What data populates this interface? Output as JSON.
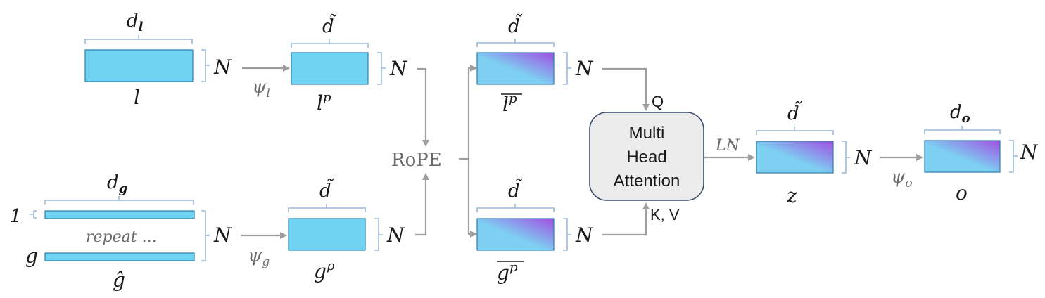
{
  "colors": {
    "solid_fill": "#6fd3f2",
    "gradient_start": "#7dd0f2",
    "gradient_end": "#a14ee2",
    "arrow": "#9e9e9e",
    "brace": "#9cb9d8",
    "attention_fill": "#ececec"
  },
  "labels": {
    "dl_base": "d",
    "dl_sub": "l",
    "l": "l",
    "N": "N",
    "psi": "ψ",
    "psi_l_sub": "l",
    "psi_g_sub": "g",
    "psi_o_sub": "o",
    "dtilde": "d̃",
    "lp_base": "l",
    "lp_sup": "p",
    "dg_base": "d",
    "dg_sub": "g",
    "one": "1",
    "repeat": "repeat ...",
    "g": "g",
    "ghat": "ĝ",
    "gp_base": "g",
    "gp_sup": "p",
    "rope": "RoPE",
    "lbar_base": "l",
    "lbar_sup": "p",
    "gbar_base": "g",
    "gbar_sup": "p",
    "q": "Q",
    "kv": "K, V",
    "mha_line1": "Multi",
    "mha_line2": "Head",
    "mha_line3": "Attention",
    "ln": "LN",
    "z": "z",
    "do_base": "d",
    "do_sub": "o",
    "o": "o"
  }
}
